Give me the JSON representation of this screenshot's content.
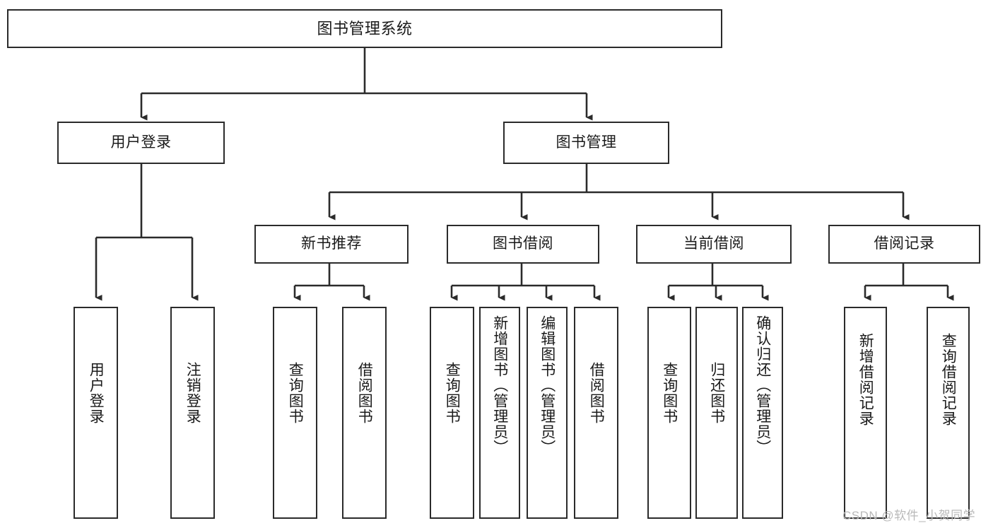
{
  "diagram": {
    "type": "tree-hierarchy-chart",
    "title": "图书管理系统",
    "stroke_color": "#2b2b2b",
    "background_color": "#ffffff",
    "text_color": "#1a1a1a",
    "nodes": {
      "root": {
        "label": "图书管理系统"
      },
      "level2": [
        {
          "id": "user-login",
          "label": "用户登录"
        },
        {
          "id": "book-management",
          "label": "图书管理"
        }
      ],
      "level3": [
        {
          "id": "new-book-recommend",
          "label": "新书推荐"
        },
        {
          "id": "book-borrow",
          "label": "图书借阅"
        },
        {
          "id": "current-borrow",
          "label": "当前借阅"
        },
        {
          "id": "borrow-record",
          "label": "借阅记录"
        }
      ],
      "leaves": {
        "user_login": [
          {
            "id": "leaf-user-login",
            "label": "用户登录"
          },
          {
            "id": "leaf-logout-login",
            "label": "注销登录"
          }
        ],
        "new_book_recommend": [
          {
            "id": "leaf-query-book-1",
            "label": "查询图书"
          },
          {
            "id": "leaf-borrow-book-1",
            "label": "借阅图书"
          }
        ],
        "book_borrow": [
          {
            "id": "leaf-query-book-2",
            "label": "查询图书"
          },
          {
            "id": "leaf-add-book",
            "label": "新增图书（管理员）"
          },
          {
            "id": "leaf-edit-book",
            "label": "编辑图书（管理员）"
          },
          {
            "id": "leaf-borrow-book-2",
            "label": "借阅图书"
          }
        ],
        "current_borrow": [
          {
            "id": "leaf-query-book-3",
            "label": "查询图书"
          },
          {
            "id": "leaf-return-book",
            "label": "归还图书"
          },
          {
            "id": "leaf-confirm-return",
            "label": "确认归还（管理员）"
          }
        ],
        "borrow_record": [
          {
            "id": "leaf-add-record",
            "label": "新增借阅记录"
          },
          {
            "id": "leaf-query-record",
            "label": "查询借阅记录"
          }
        ]
      }
    }
  },
  "watermark": {
    "text": "CSDN @软件_小贺同学"
  }
}
